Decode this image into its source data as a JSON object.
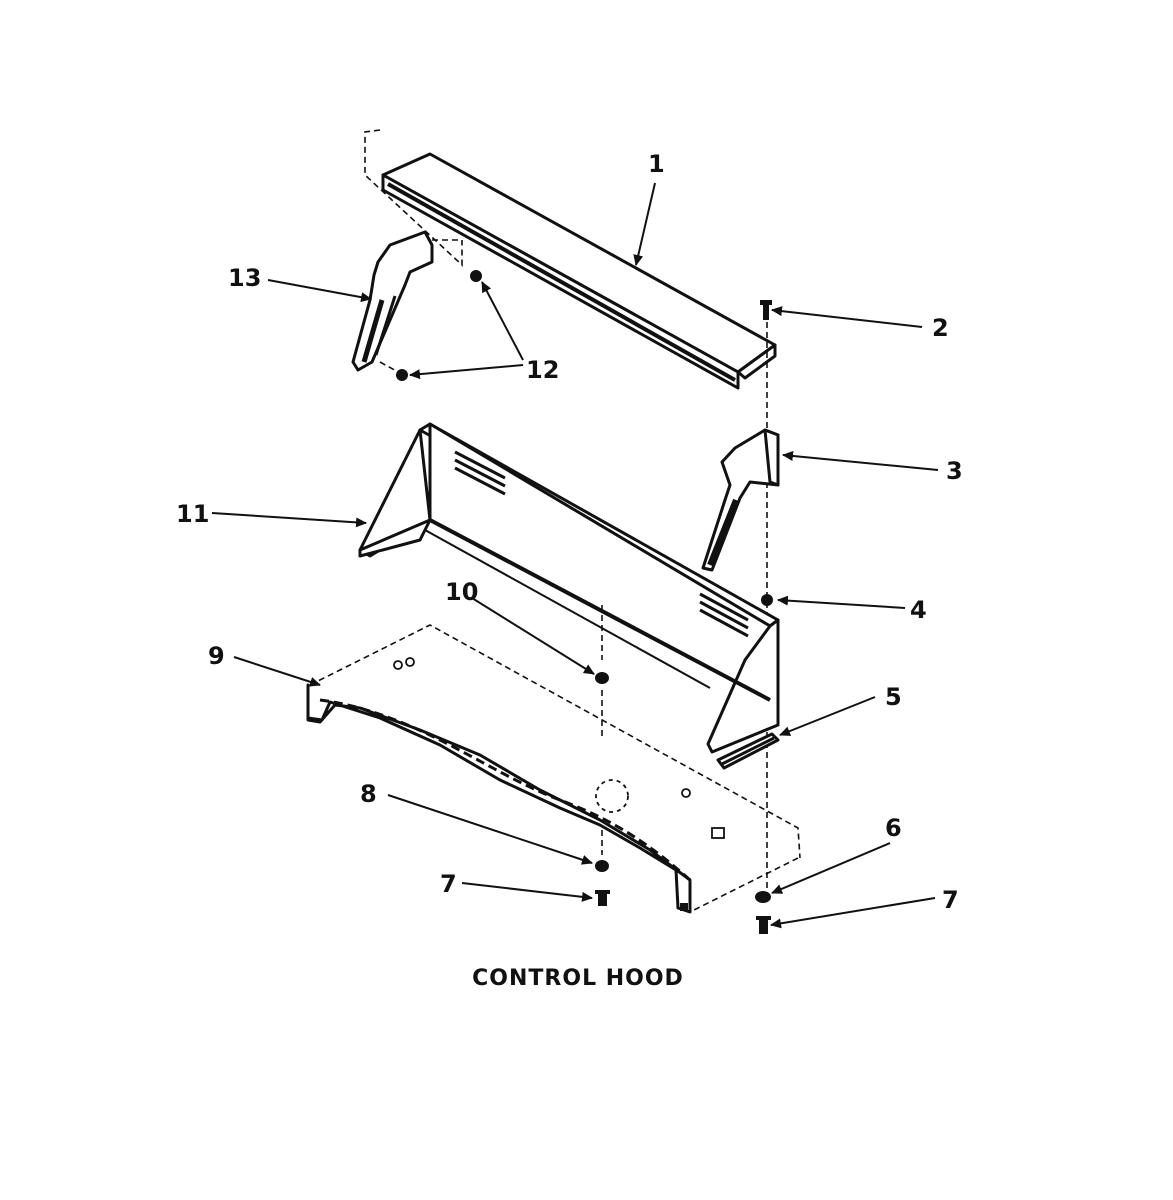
{
  "diagram": {
    "caption": "CONTROL HOOD",
    "header": {
      "left": "",
      "right": ""
    },
    "labels": {
      "1": "1",
      "2": "2",
      "3": "3",
      "4": "4",
      "5": "5",
      "6": "6",
      "7a": "7",
      "7b": "7",
      "8": "8",
      "9": "9",
      "10": "10",
      "11": "11",
      "12": "12",
      "13": "13"
    }
  }
}
